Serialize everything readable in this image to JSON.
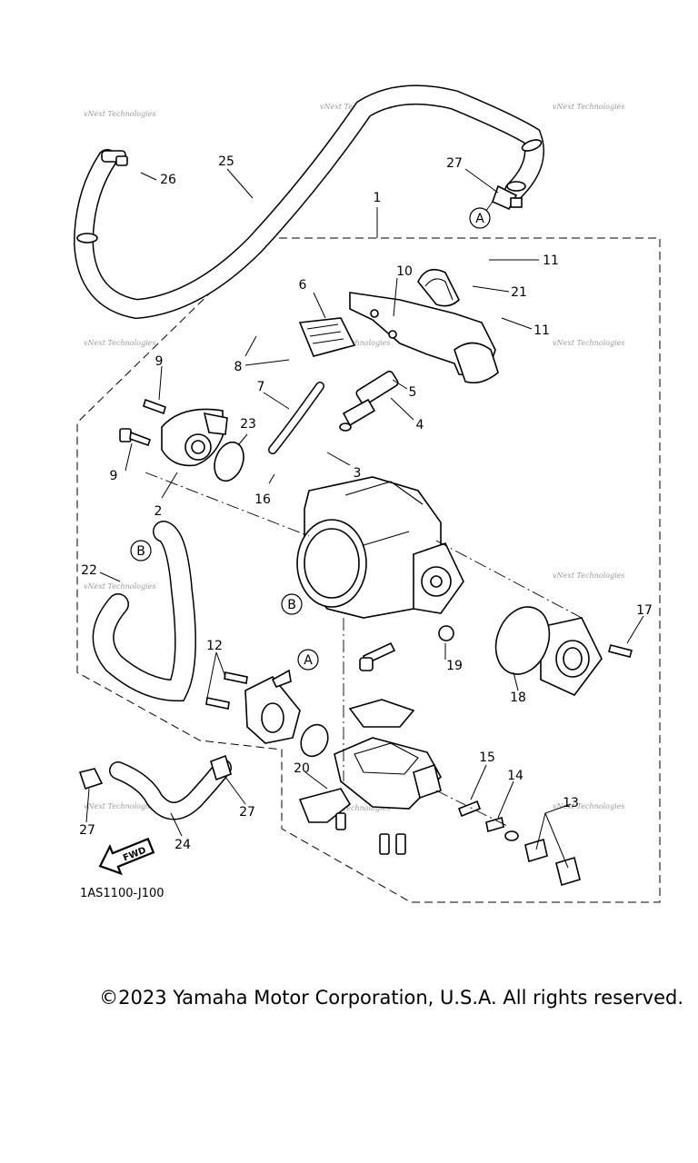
{
  "diagram": {
    "callouts": [
      "1",
      "2",
      "3",
      "4",
      "5",
      "6",
      "7",
      "8",
      "9",
      "9",
      "10",
      "11",
      "11",
      "12",
      "13",
      "14",
      "15",
      "16",
      "17",
      "18",
      "19",
      "20",
      "21",
      "22",
      "23",
      "24",
      "25",
      "26",
      "27",
      "27",
      "27"
    ],
    "refs": [
      "A",
      "A",
      "B",
      "B"
    ],
    "watermark": "vNext Technologies",
    "fwd_label": "FWD",
    "diagram_code": "1AS1100-J100"
  },
  "footer": {
    "copyright": "©2023 Yamaha Motor Corporation, U.S.A. All rights reserved."
  }
}
